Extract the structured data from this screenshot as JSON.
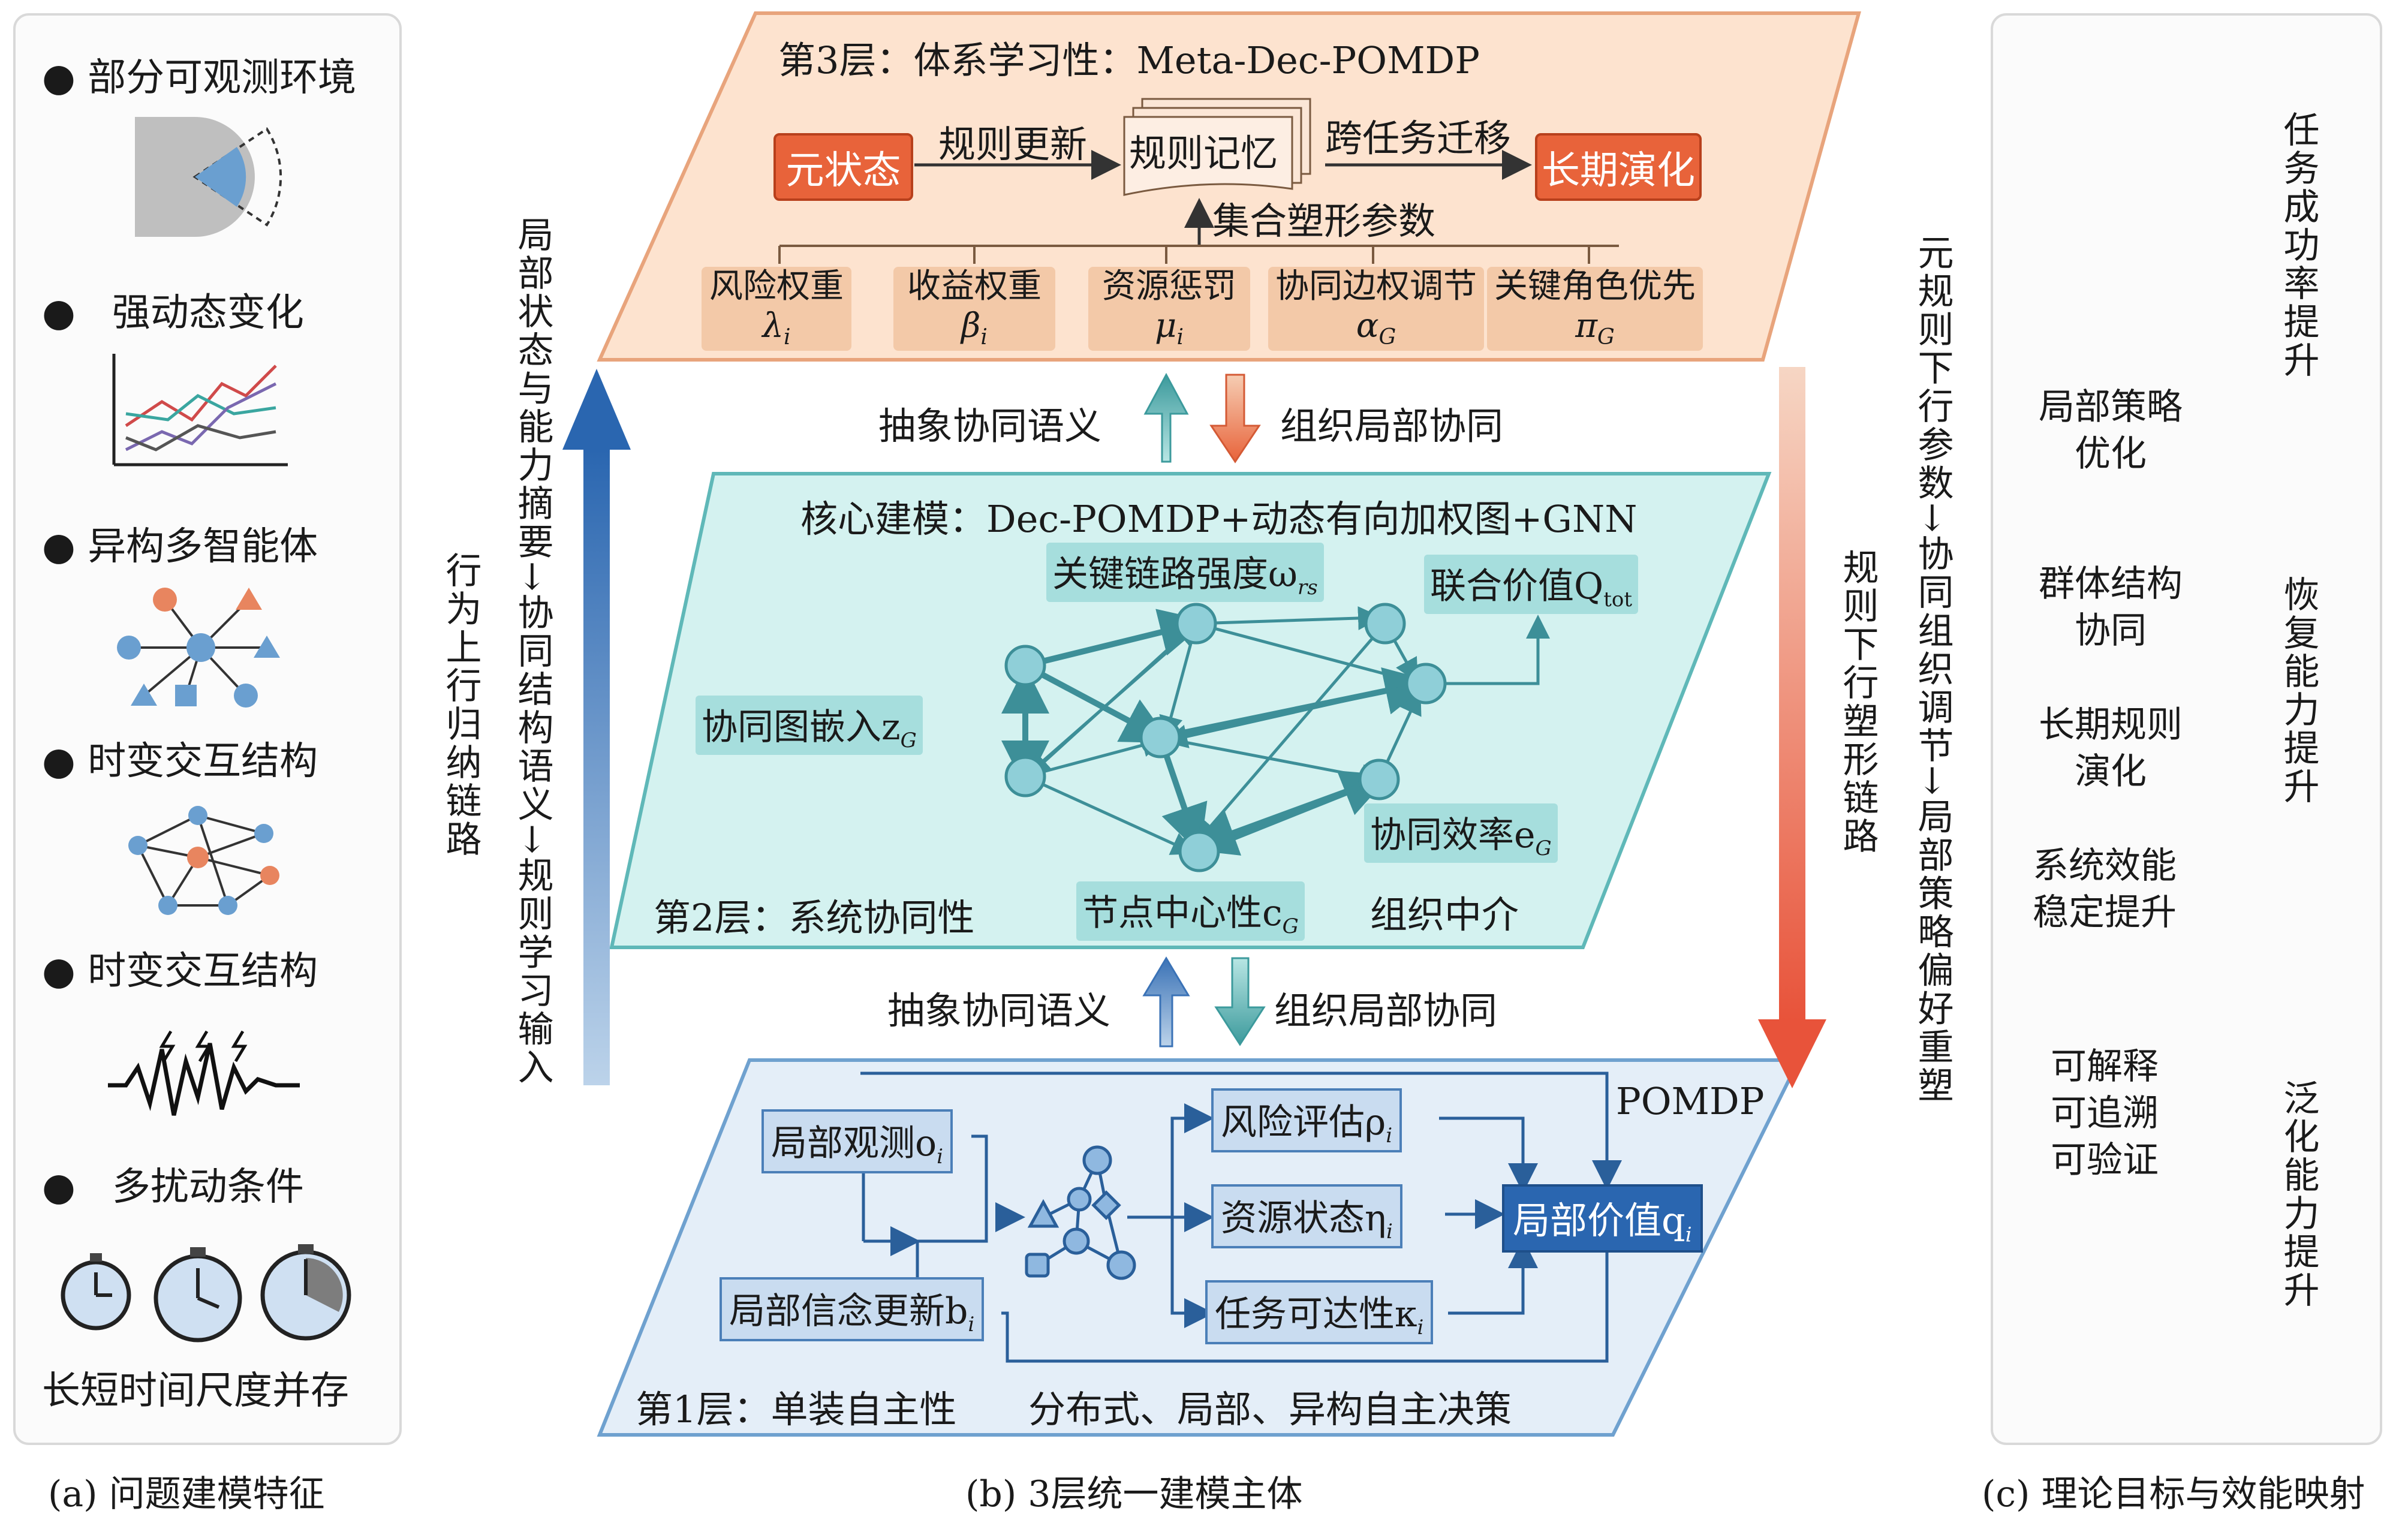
{
  "panel_a": {
    "features": [
      "部分可观测环境",
      "强动态变化",
      "异构多智能体",
      "时变交互结构",
      "时变交互结构",
      "多扰动条件"
    ],
    "bottom_label": "长短时间尺度并存",
    "caption": "(a) 问题建模特征"
  },
  "layer3": {
    "title": "第3层：体系学习性：Meta-Dec-POMDP",
    "meta_state": "元状态",
    "rule_update": "规则更新",
    "rule_memory": "规则记忆",
    "cross_task": "跨任务迁移",
    "long_term": "长期演化",
    "set_shaping": "集合塑形参数",
    "params": [
      {
        "name": "风险权重",
        "sym": "λ",
        "sub": "i"
      },
      {
        "name": "收益权重",
        "sym": "β",
        "sub": "i"
      },
      {
        "name": "资源惩罚",
        "sym": "μ",
        "sub": "i"
      },
      {
        "name": "协同边权调节",
        "sym": "α",
        "sub": "G"
      },
      {
        "name": "关键角色优先",
        "sym": "π",
        "sub": "G"
      }
    ]
  },
  "between_32": {
    "up": "抽象协同语义",
    "down": "组织局部协同"
  },
  "layer2": {
    "title": "核心建模：Dec-POMDP+动态有向加权图+GNN",
    "key_link": "关键链路强度ω",
    "key_link_sub": "rs",
    "joint_value": "联合价值Q",
    "joint_value_sub": "tot",
    "embed": "协同图嵌入z",
    "embed_sub": "G",
    "efficiency": "协同效率e",
    "efficiency_sub": "G",
    "centrality": "节点中心性c",
    "centrality_sub": "G",
    "layer_label": "第2层：系统协同性",
    "org": "组织中介"
  },
  "between_21": {
    "up": "抽象协同语义",
    "down": "组织局部协同"
  },
  "layer1": {
    "pomdp": "POMDP",
    "local_obs": "局部观测o",
    "local_obs_sub": "i",
    "belief": "局部信念更新b",
    "belief_sub": "i",
    "risk": "风险评估ρ",
    "risk_sub": "i",
    "resource": "资源状态η",
    "resource_sub": "i",
    "reach": "任务可达性κ",
    "reach_sub": "i",
    "local_value": "局部价值q",
    "local_value_sub": "i",
    "layer_label": "第1层：单装自主性",
    "distributed": "分布式、局部、异构自主决策"
  },
  "left_arrow": {
    "label1": "行为上行归纳链路",
    "label2": "局部状态与能力摘要→协同结构语义→规则学习输入"
  },
  "right_arrow": {
    "label1": "规则下行塑形链路",
    "label2": "元规则下行参数→协同组织调节→局部策略偏好重塑"
  },
  "caption_b": "(b) 3层统一建模主体",
  "panel_c": {
    "goals": [
      "局部策略",
      "优化",
      "群体结构",
      "协同",
      "长期规则",
      "演化",
      "系统效能",
      "稳定提升",
      "可解释",
      "可追溯",
      "可验证"
    ],
    "right": [
      "任务成功率提升",
      "恢复能力提升",
      "泛化能力提升"
    ],
    "caption": "(c) 理论目标与效能映射"
  },
  "colors": {
    "orange": "#e8633a",
    "teal": "#a6dedd",
    "blue": "#2a66b0",
    "layer3_bg": "#fde3cf",
    "layer2_bg": "#d4f2f0",
    "layer1_bg": "#e4eef8"
  }
}
